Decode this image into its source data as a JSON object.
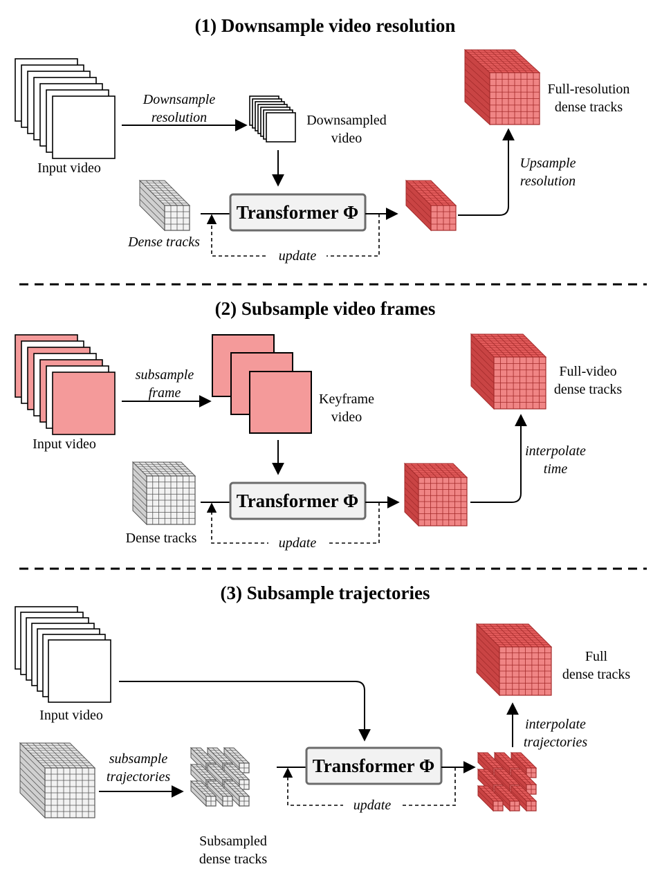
{
  "sections": [
    {
      "title": "(1) Downsample video resolution",
      "input_label": "Input video",
      "op1_label": [
        "Downsample",
        "resolution"
      ],
      "intermediate_label": [
        "Downsampled",
        "video"
      ],
      "tracks_label": "Dense tracks",
      "transformer_label": "Transformer Φ",
      "update_label": "update",
      "op2_label": [
        "Upsample",
        "resolution"
      ],
      "output_label": [
        "Full-resolution",
        "dense tracks"
      ]
    },
    {
      "title": "(2) Subsample video frames",
      "input_label": "Input video",
      "op1_label": [
        "subsample",
        "frame"
      ],
      "intermediate_label": [
        "Keyframe",
        "video"
      ],
      "tracks_label": "Dense tracks",
      "transformer_label": "Transformer Φ",
      "update_label": "update",
      "op2_label": [
        "interpolate",
        "time"
      ],
      "output_label": [
        "Full-video",
        "dense tracks"
      ]
    },
    {
      "title": "(3) Subsample trajectories",
      "input_label": "Input video",
      "op1_label": [
        "subsample",
        "trajectories"
      ],
      "intermediate_label": [
        "Subsampled",
        "dense tracks"
      ],
      "tracks_label": "",
      "transformer_label": "Transformer Φ",
      "update_label": "update",
      "op2_label": [
        "interpolate",
        "trajectories"
      ],
      "output_label": [
        "Full",
        "dense tracks"
      ]
    }
  ],
  "colors": {
    "red_face": "#f08585",
    "red_top": "#e25a5a",
    "red_side": "#c94444",
    "red_line": "#a32a2a",
    "pink_frame": "#f49a9a",
    "gray_face": "#f2f2f2",
    "gray_line": "#555555",
    "box_fill": "#f2f2f2",
    "box_stroke": "#6b6b6b"
  }
}
